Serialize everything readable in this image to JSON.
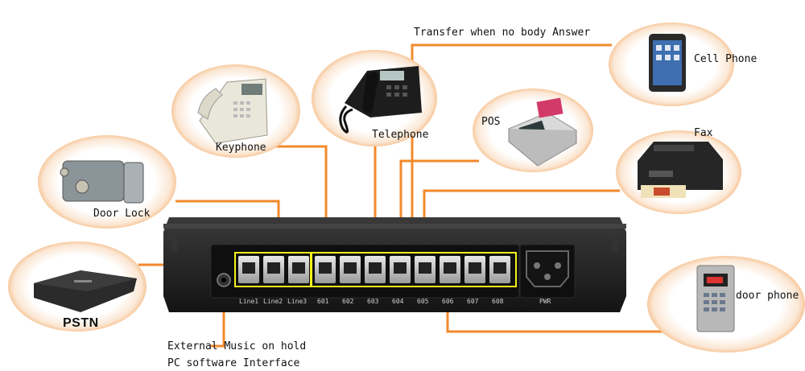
{
  "devices": {
    "cell_phone": {
      "label": "Cell Phone"
    },
    "transfer": {
      "label": "Transfer when no body Answer"
    },
    "telephone": {
      "label": "Telephone"
    },
    "keyphone": {
      "label": "Keyphone"
    },
    "pos": {
      "label": "POS"
    },
    "fax": {
      "label": "Fax"
    },
    "door_lock": {
      "label": "Door Lock"
    },
    "pstn": {
      "label": "PSTN"
    },
    "door_phone": {
      "label": "door phone"
    }
  },
  "interfaces": {
    "music": "External Music on hold",
    "pc": "PC software Interface"
  },
  "ports": {
    "labels": [
      "Line1",
      "Line2",
      "Line3",
      "601",
      "602",
      "603",
      "604",
      "605",
      "606",
      "607",
      "608"
    ],
    "power": "PWR"
  },
  "colors": {
    "line": "#f28a2c",
    "highlight": "#f2f21a",
    "box": "#1c1c1c",
    "circle_border": "#f08a2e"
  }
}
